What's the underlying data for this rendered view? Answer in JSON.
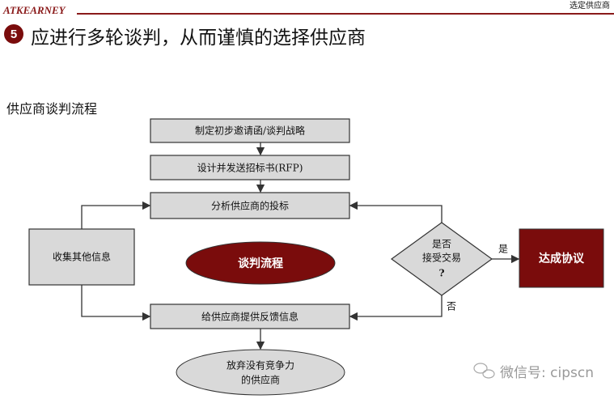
{
  "header": {
    "logo": "ATKEARNEY",
    "section": "选定供应商",
    "badge": "5",
    "title": "应进行多轮谈判，从而谨慎的选择供应商"
  },
  "subtitle": "供应商谈判流程",
  "flow": {
    "step1": "制定初步邀请函/谈判战略",
    "step2": "设计并发送招标书(RFP)",
    "step3": "分析供应商的投标",
    "collect": "收集其他信息",
    "center": "谈判流程",
    "decision_line1": "是否",
    "decision_line2": "接受交易",
    "decision_q": "?",
    "yes": "是",
    "no": "否",
    "agree": "达成协议",
    "feedback": "给供应商提供反馈信息",
    "drop_line1": "放弃没有竞争力",
    "drop_line2": "的供应商"
  },
  "watermark": "微信号: cipscn",
  "colors": {
    "accent": "#7a0c0c",
    "box": "#d9d9d9"
  }
}
